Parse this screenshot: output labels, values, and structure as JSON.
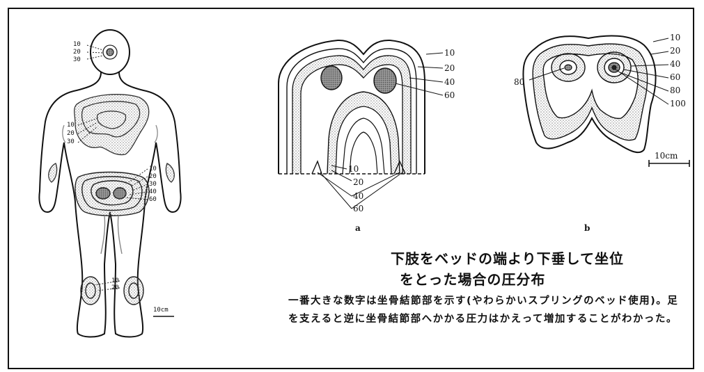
{
  "figure": {
    "title_line1": "下肢をベッドの端より下垂して坐位",
    "title_line2": "をとった場合の圧分布",
    "caption": "一番大きな数字は坐骨結節部を示す(やわらかいスプリングのベッド使用)。足を支えると逆に坐骨結節部へかかる圧力はかえって増加することがわかった。",
    "sub_a": "a",
    "sub_b": "b"
  },
  "body_diagram": {
    "head_labels": [
      "10",
      "20",
      "30"
    ],
    "back_labels": [
      "10",
      "20",
      "30"
    ],
    "hip_labels": [
      "10",
      "20",
      "30",
      "40",
      "60"
    ],
    "knee_labels": [
      "10",
      "20"
    ],
    "scale": "10cm"
  },
  "diagram_a": {
    "right_labels": [
      "10",
      "20",
      "40",
      "60"
    ],
    "center_labels": [
      "10",
      "20",
      "40",
      "60"
    ]
  },
  "diagram_b": {
    "left_label": "80",
    "right_labels": [
      "10",
      "20",
      "40",
      "60",
      "80",
      "100"
    ],
    "scale": "10cm"
  }
}
